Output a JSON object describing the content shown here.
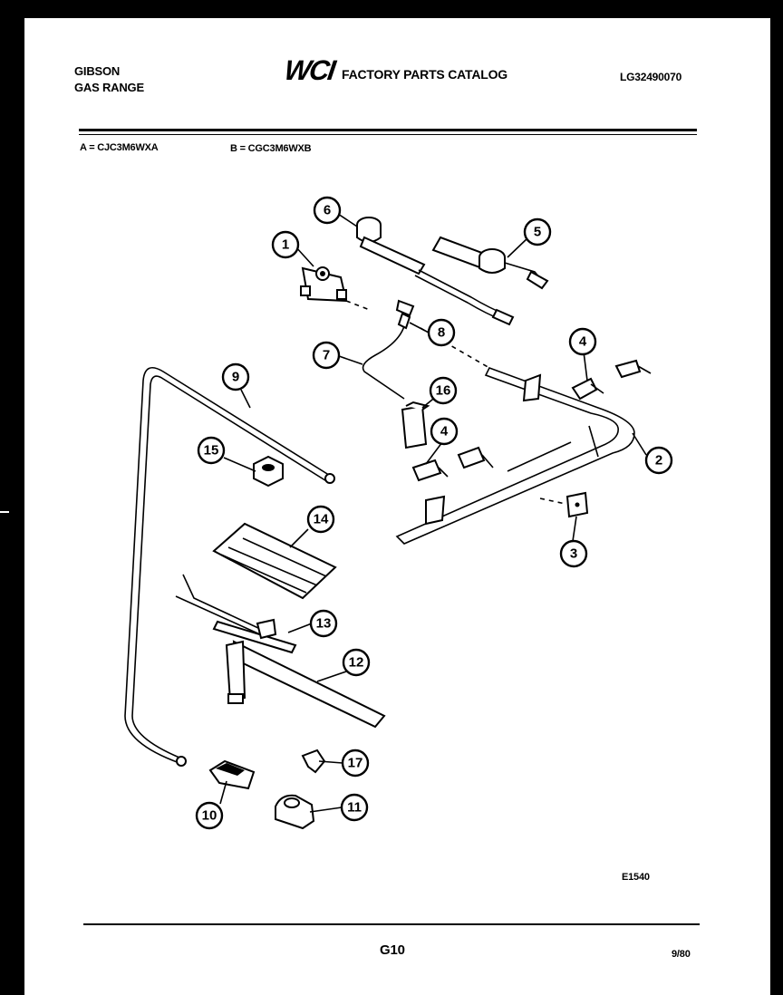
{
  "header": {
    "brand_line1": "GIBSON",
    "brand_line2": "GAS RANGE",
    "logo_text": "WCI",
    "catalog_title": "FACTORY PARTS CATALOG",
    "catalog_code": "LG32490070"
  },
  "models": {
    "model_a": "A = CJC3M6WXA",
    "model_b": "B = CGC3M6WXB"
  },
  "callouts": [
    "1",
    "2",
    "3",
    "4",
    "4",
    "5",
    "6",
    "7",
    "8",
    "9",
    "10",
    "11",
    "12",
    "13",
    "14",
    "15",
    "16",
    "17"
  ],
  "figure_code": "E1540",
  "footer": {
    "page_code": "G10",
    "date": "9/80"
  }
}
